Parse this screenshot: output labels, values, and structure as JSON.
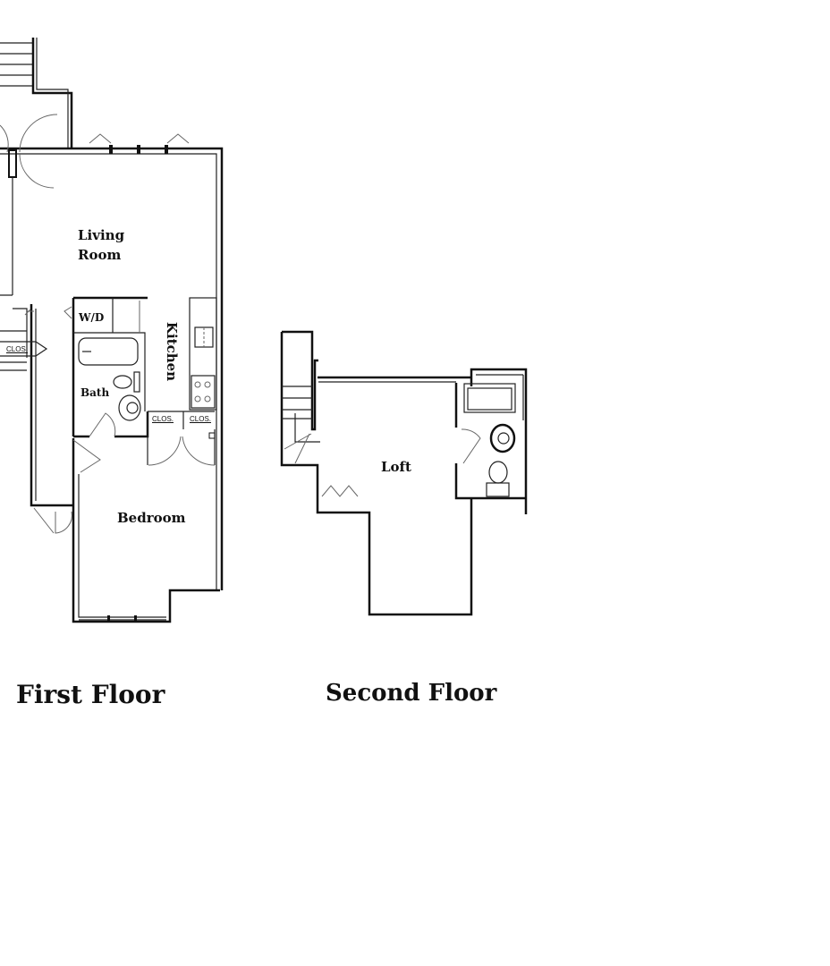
{
  "first_floor": {
    "title": "First Floor",
    "rooms": {
      "living_line1": "Living",
      "living_line2": "Room",
      "wd": "W/D",
      "kitchen": "Kitchen",
      "bath": "Bath",
      "closet_1": "CLOS.",
      "closet_2": "CLOS.",
      "closet_3": "CLOS.",
      "bedroom": "Bedroom"
    }
  },
  "second_floor": {
    "title": "Second Floor",
    "rooms": {
      "loft": "Loft"
    }
  }
}
